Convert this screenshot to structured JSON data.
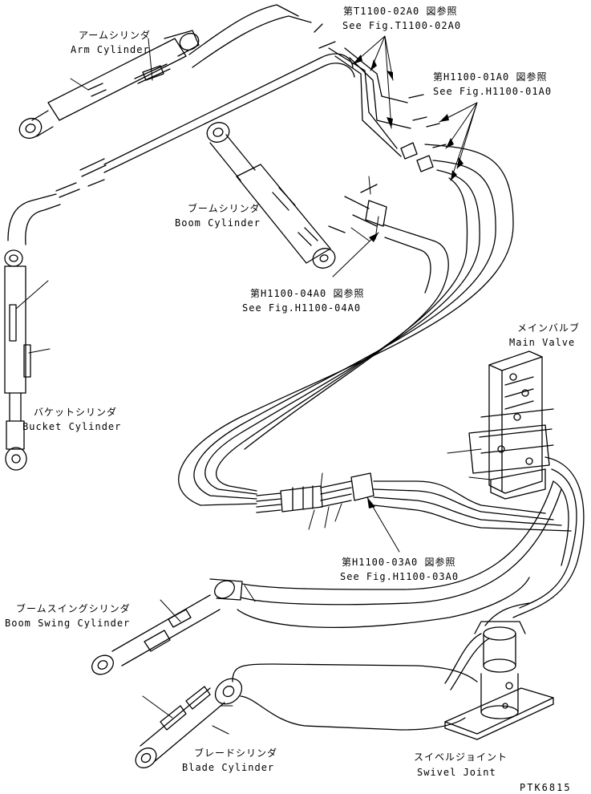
{
  "labels": {
    "arm_jp": "アームシリンダ",
    "arm_en": "Arm Cylinder",
    "boom_jp": "ブームシリンダ",
    "boom_en": "Boom Cylinder",
    "bucket_jp": "バケットシリンダ",
    "bucket_en": "Bucket Cylinder",
    "main_valve_jp": "メインバルブ",
    "main_valve_en": "Main Valve",
    "boom_swing_jp": "ブームスイングシリンダ",
    "boom_swing_en": "Boom Swing Cylinder",
    "blade_jp": "ブレードシリンダ",
    "blade_en": "Blade Cylinder",
    "swivel_jp": "スイベルジョイント",
    "swivel_en": "Swivel Joint"
  },
  "references": {
    "t1100_02a0_jp": "第T1100-02A0 図参照",
    "t1100_02a0_en": "See Fig.T1100-02A0",
    "h1100_01a0_jp": "第H1100-01A0 図参照",
    "h1100_01a0_en": "See Fig.H1100-01A0",
    "h1100_04a0_jp": "第H1100-04A0 図参照",
    "h1100_04a0_en": "See Fig.H1100-04A0",
    "h1100_03a0_jp": "第H1100-03A0 図参照",
    "h1100_03a0_en": "See Fig.H1100-03A0"
  },
  "drawing_code": "PTK6815",
  "colors": {
    "ink": "#000000",
    "paper": "#ffffff"
  }
}
